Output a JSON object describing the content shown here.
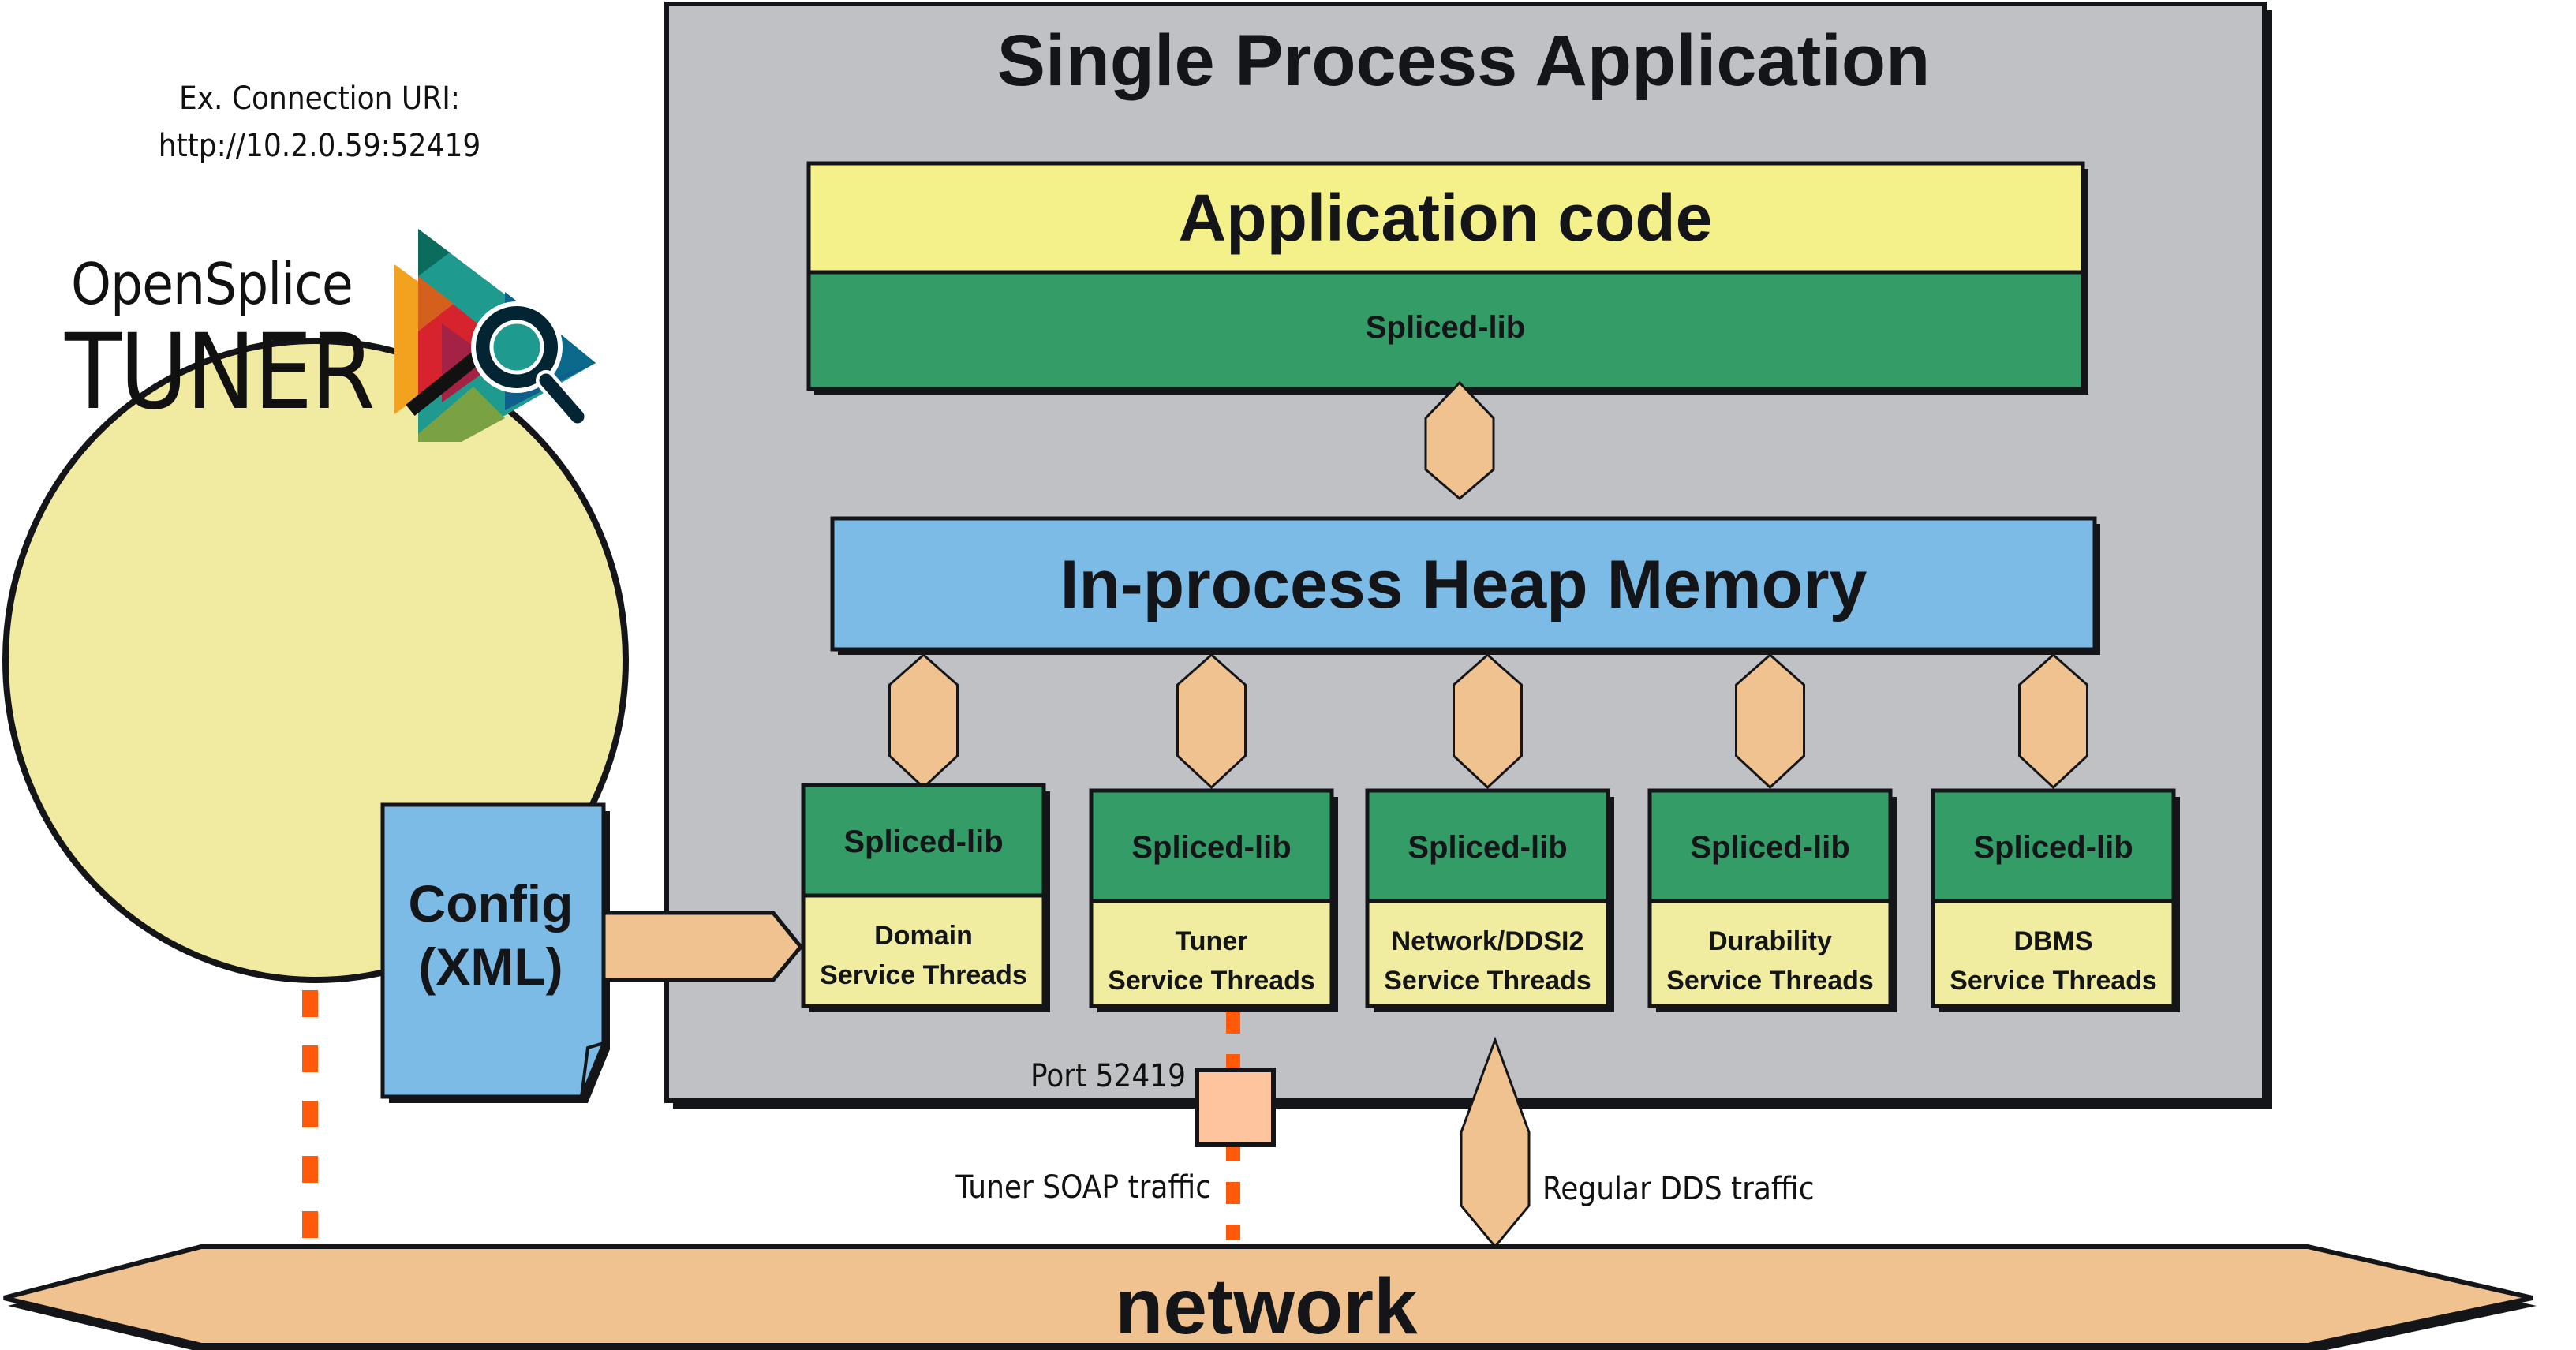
{
  "colors": {
    "process_bg": "#c0c1c5",
    "app_code": "#f4f18a",
    "spliced_green": "#349c67",
    "heap_blue": "#7bbbe6",
    "arrow_fill": "#f0c28f",
    "service_yellow": "#f1eda0",
    "tuner_ellipse": "#f1eba2",
    "dotted_orange": "#ff5a0a",
    "port_box": "#fdc49e",
    "outline": "#141518"
  },
  "connection": {
    "label": "Ex. Connection URI:",
    "uri": "http://10.2.0.59:52419"
  },
  "tuner_logo": {
    "brand": "OpenSplice",
    "product": "TUNER",
    "icon": "magnifier-play-icon"
  },
  "process": {
    "title": "Single Process Application",
    "app_code": "Application code",
    "app_lib": "Spliced-lib",
    "heap": "In-process Heap Memory"
  },
  "services": [
    {
      "lib": "Spliced-lib",
      "name": "Domain",
      "threads": "Service Threads"
    },
    {
      "lib": "Spliced-lib",
      "name": "Tuner",
      "threads": "Service Threads"
    },
    {
      "lib": "Spliced-lib",
      "name": "Network/DDSI2",
      "threads": "Service Threads"
    },
    {
      "lib": "Spliced-lib",
      "name": "Durability",
      "threads": "Service Threads"
    },
    {
      "lib": "Spliced-lib",
      "name": "DBMS",
      "threads": "Service Threads"
    }
  ],
  "config": {
    "line1": "Config",
    "line2": "(XML)"
  },
  "port": {
    "label": "Port 52419"
  },
  "traffic": {
    "soap": "Tuner SOAP traffic",
    "dds": "Regular DDS traffic"
  },
  "network": {
    "label": "network"
  }
}
